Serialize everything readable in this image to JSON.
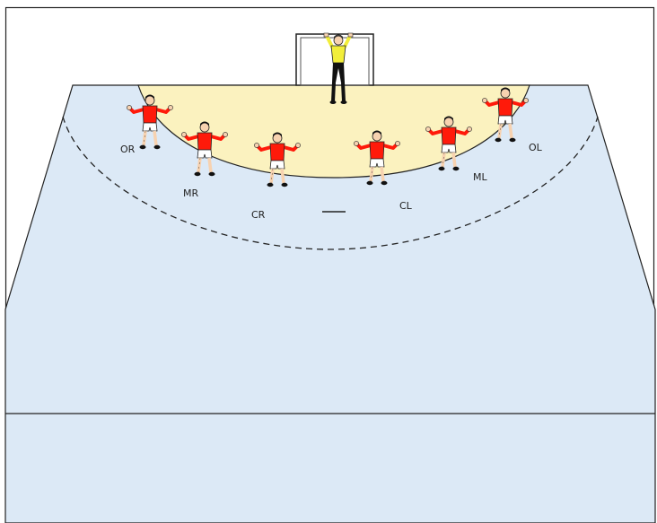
{
  "colors": {
    "court": "#dce9f6",
    "goal_area": "#fbf2bf",
    "line": "#222222",
    "defender_shirt": "#ff1a0a",
    "keeper_shirt": "#f2ee3a",
    "keeper_pants": "#111111",
    "skin": "#f7d2b0",
    "shorts": "#ffffff"
  },
  "goalkeeper": {
    "icon": "goalkeeper-figure"
  },
  "players": [
    {
      "label": "OR",
      "icon": "defender-figure"
    },
    {
      "label": "MR",
      "icon": "defender-figure"
    },
    {
      "label": "CR",
      "icon": "defender-figure"
    },
    {
      "label": "CL",
      "icon": "defender-figure"
    },
    {
      "label": "ML",
      "icon": "defender-figure"
    },
    {
      "label": "OL",
      "icon": "defender-figure"
    }
  ]
}
